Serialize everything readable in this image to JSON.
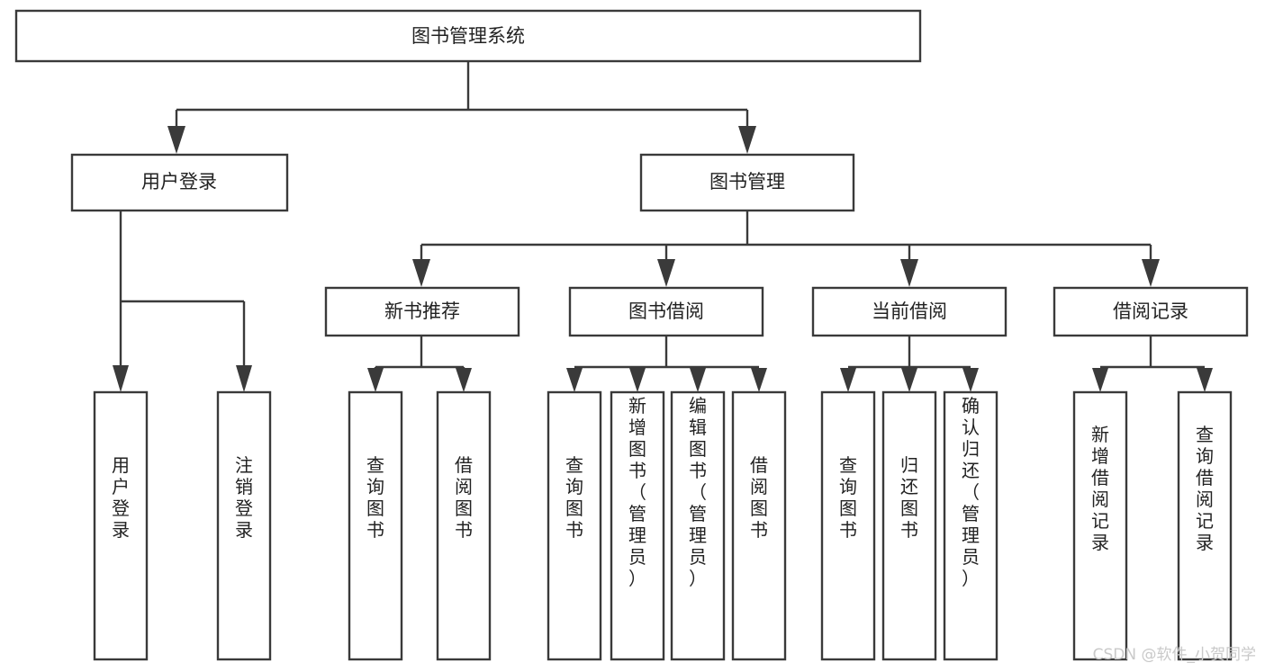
{
  "diagram": {
    "title": "图书管理系统",
    "type": "tree",
    "orientation": "top-down",
    "root": {
      "id": "root",
      "label": "图书管理系统"
    },
    "level2": [
      {
        "id": "user-login",
        "label": "用户登录"
      },
      {
        "id": "book-manage",
        "label": "图书管理"
      }
    ],
    "level3": [
      {
        "id": "new-book-rec",
        "label": "新书推荐",
        "parent": "book-manage"
      },
      {
        "id": "book-borrow",
        "label": "图书借阅",
        "parent": "book-manage"
      },
      {
        "id": "current-borrow",
        "label": "当前借阅",
        "parent": "book-manage"
      },
      {
        "id": "borrow-record",
        "label": "借阅记录",
        "parent": "book-manage"
      }
    ],
    "leaves": [
      {
        "id": "leaf-user-login",
        "label": "用户登录",
        "parent": "user-login"
      },
      {
        "id": "leaf-user-logout",
        "label": "注销登录",
        "parent": "user-login"
      },
      {
        "id": "leaf-query-book-1",
        "label": "查询图书",
        "parent": "new-book-rec"
      },
      {
        "id": "leaf-borrow-book-1",
        "label": "借阅图书",
        "parent": "new-book-rec"
      },
      {
        "id": "leaf-query-book-2",
        "label": "查询图书",
        "parent": "book-borrow"
      },
      {
        "id": "leaf-add-book",
        "label": "新增图书（管理员）",
        "parent": "book-borrow"
      },
      {
        "id": "leaf-edit-book",
        "label": "编辑图书（管理员）",
        "parent": "book-borrow"
      },
      {
        "id": "leaf-borrow-book-2",
        "label": "借阅图书",
        "parent": "book-borrow"
      },
      {
        "id": "leaf-query-book-3",
        "label": "查询图书",
        "parent": "current-borrow"
      },
      {
        "id": "leaf-return-book",
        "label": "归还图书",
        "parent": "current-borrow"
      },
      {
        "id": "leaf-confirm-return",
        "label": "确认归还（管理员）",
        "parent": "current-borrow"
      },
      {
        "id": "leaf-add-record",
        "label": "新增借阅记录",
        "parent": "borrow-record"
      },
      {
        "id": "leaf-query-record",
        "label": "查询借阅记录",
        "parent": "borrow-record"
      }
    ]
  },
  "watermark": {
    "text": "CSDN @软件_小贺同学"
  },
  "colors": {
    "stroke": "#3a3a3a",
    "box_fill": "#ffffff",
    "text": "#222222",
    "watermark": "#c9c9c9",
    "background": "#ffffff"
  }
}
